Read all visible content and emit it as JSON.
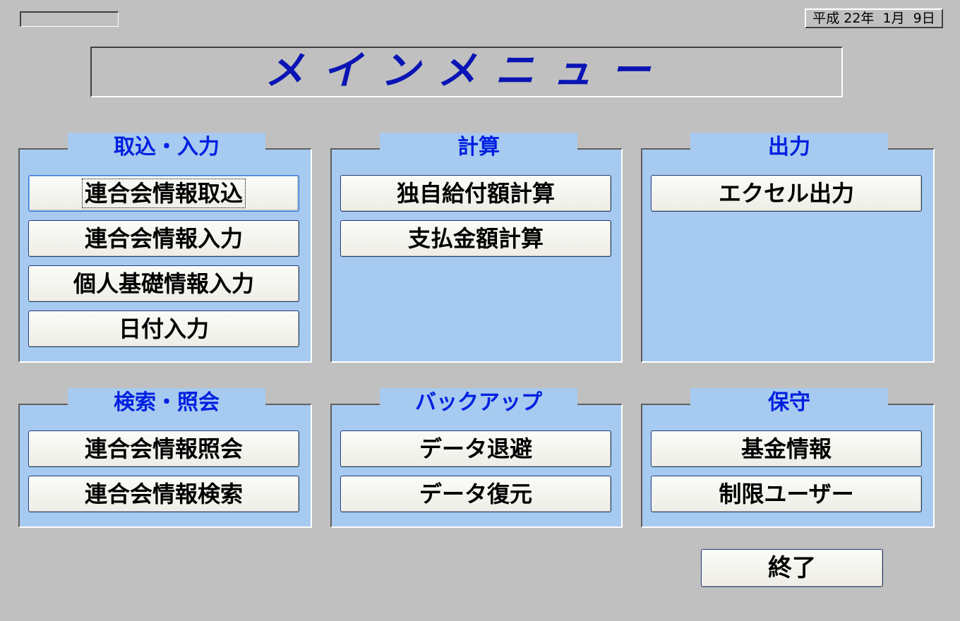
{
  "header": {
    "date_text": "平成 22年  1月  9日",
    "title": "メインメニュー"
  },
  "groups": {
    "import_input": {
      "title": "取込・入力",
      "buttons": [
        "連合会情報取込",
        "連合会情報入力",
        "個人基礎情報入力",
        "日付入力"
      ]
    },
    "calc": {
      "title": "計算",
      "buttons": [
        "独自給付額計算",
        "支払金額計算"
      ]
    },
    "output": {
      "title": "出力",
      "buttons": [
        "エクセル出力"
      ]
    },
    "search": {
      "title": "検索・照会",
      "buttons": [
        "連合会情報照会",
        "連合会情報検索"
      ]
    },
    "backup": {
      "title": "バックアップ",
      "buttons": [
        "データ退避",
        "データ復元"
      ]
    },
    "maintenance": {
      "title": "保守",
      "buttons": [
        "基金情報",
        "制限ユーザー"
      ]
    }
  },
  "footer": {
    "exit_label": "終了"
  },
  "colors": {
    "background": "#c0c0c0",
    "group_background": "#a6caf0",
    "group_title": "#0020e0",
    "title_text": "#0a14b4"
  }
}
